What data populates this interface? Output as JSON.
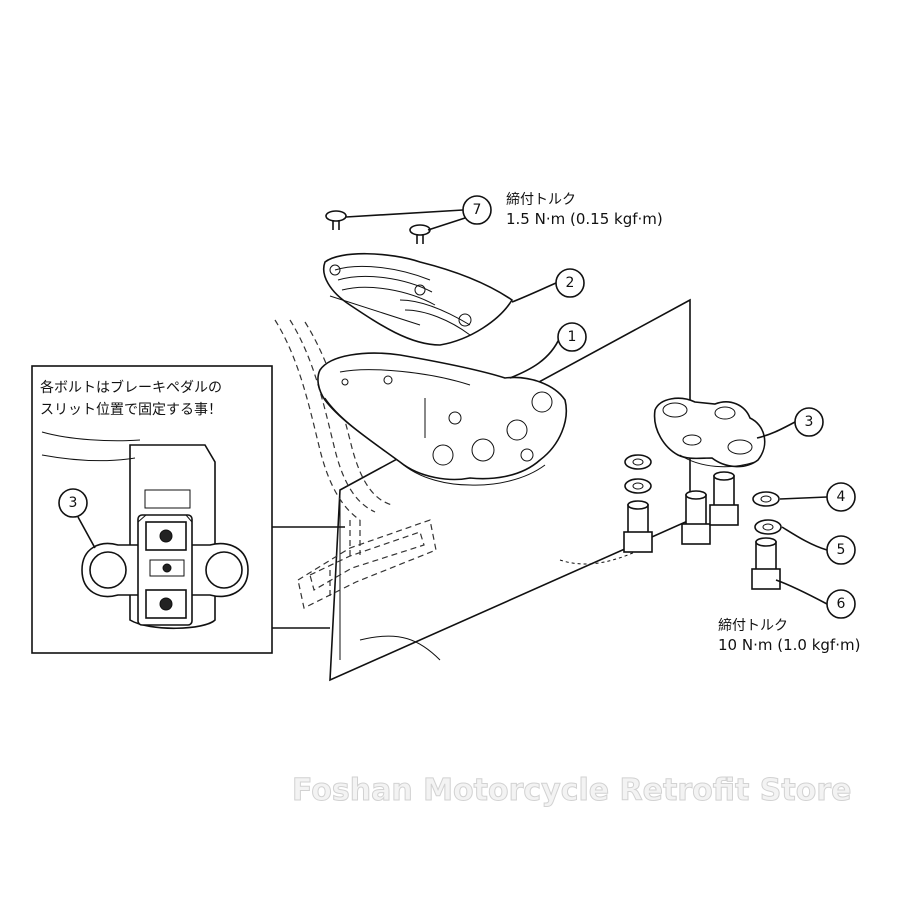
{
  "callouts": {
    "c1": "1",
    "c2": "2",
    "c3": "3",
    "c4": "4",
    "c5": "5",
    "c6": "6",
    "c7": "7",
    "c3_inset": "3"
  },
  "torque_top": {
    "line1": "締付トルク",
    "line2": "1.5 N·m (0.15 kgf·m)"
  },
  "torque_bottom": {
    "line1": "締付トルク",
    "line2": "10 N·m (1.0 kgf·m)"
  },
  "inset_note": {
    "line1": "各ボルトはブレーキペダルの",
    "line2": "スリット位置で固定する事！"
  },
  "watermark": "Foshan Motorcycle Retrofit Store"
}
